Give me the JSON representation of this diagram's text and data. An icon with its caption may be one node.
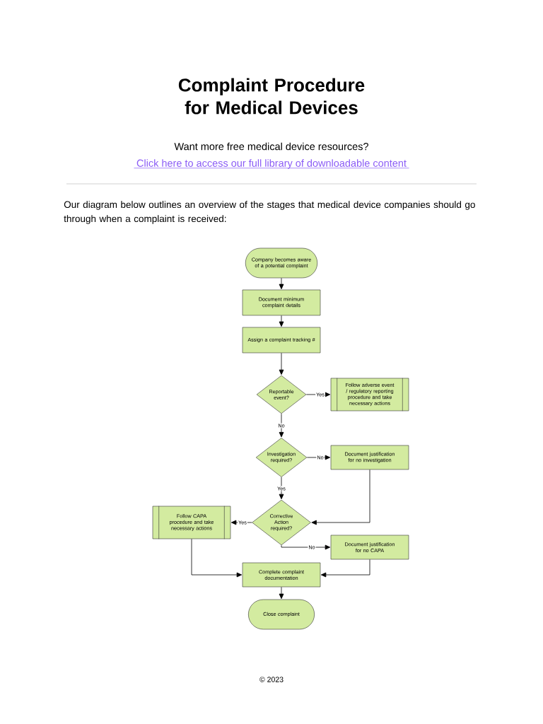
{
  "diagram": {
    "title": "Complaint Procedure for Medical Devices",
    "nodes": [
      {
        "text": [
          "Company becomes aware of a potential complaint"
        ]
      },
      {
        "text": [
          "Document minimum complaint details"
        ]
      },
      {
        "text": [
          "Assign a complaint tracking #"
        ]
      },
      {
        "text": [
          "Reportable event?"
        ]
      },
      {
        "text": [
          "Follow adverse event / regulatory reporting procedure and take necessary actions"
        ]
      },
      {
        "text": [
          "Investigation required?"
        ]
      },
      {
        "text": [
          "Document justification for no investigation"
        ]
      },
      {
        "text": [
          "Corrective Action required?"
        ]
      },
      {
        "text": [
          "Follow CAPA procedure and take necessary actions"
        ]
      },
      {
        "text": [
          "Document justification for no CAPA"
        ]
      },
      {
        "text": [
          "Complete complaint documentation"
        ]
      },
      {
        "text": [
          "Close complaint"
        ]
      }
    ],
    "edges": [
      {
        "from": 0,
        "to": 1,
        "arrow": "to"
      },
      {
        "from": 1,
        "to": 2,
        "arrow": "to"
      },
      {
        "from": 2,
        "to": 3,
        "arrow": "to"
      },
      {
        "from": 3,
        "to": 4,
        "arrow": "to",
        "label": "Yes"
      },
      {
        "from": 3,
        "to": 5,
        "arrow": "to",
        "label": "No"
      },
      {
        "from": 5,
        "to": 6,
        "arrow": "to",
        "label": "No"
      },
      {
        "from": 5,
        "to": 7,
        "arrow": "to",
        "label": "Yes"
      },
      {
        "from": 6,
        "to": 7,
        "arrow": "to"
      },
      {
        "from": 7,
        "to": 8,
        "arrow": "to",
        "label": "Yes"
      },
      {
        "from": 7,
        "to": 9,
        "arrow": "to",
        "label": "No"
      },
      {
        "from": 8,
        "to": 10,
        "arrow": "to"
      },
      {
        "from": 9,
        "to": 10,
        "arrow": "to"
      },
      {
        "from": 10,
        "to": 11,
        "arrow": "to"
      }
    ],
    "labels": [
      "Want more free medical device resources?",
      "Click here to access our full library of downloadable content",
      "Our diagram below outlines an overview of the stages that medical device companies should go through when a complaint is received:",
      "© 2023"
    ]
  }
}
